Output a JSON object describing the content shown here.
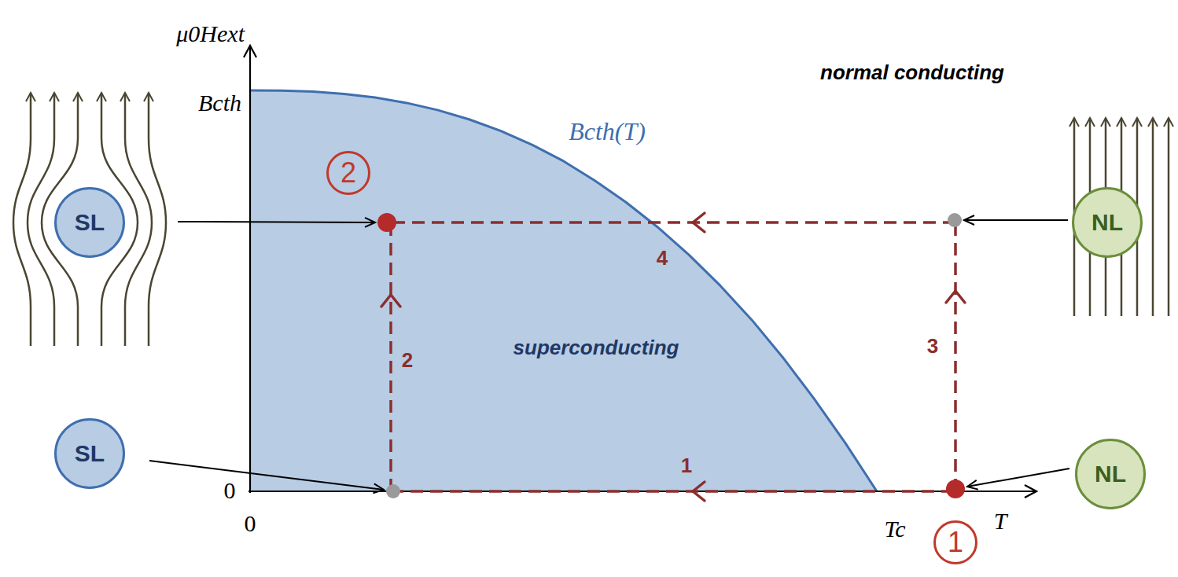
{
  "diagram": {
    "nodes": [
      {
        "text": [
          "SL"
        ]
      },
      {
        "text": [
          "2"
        ]
      },
      {
        "text": [
          "SL"
        ]
      },
      {
        "text": [
          "NL"
        ]
      },
      {
        "text": [
          "NL"
        ]
      },
      {
        "text": [
          "1"
        ]
      }
    ],
    "labels": [
      "μ0Hext",
      "Bcth",
      "normal conducting",
      "Bcth(T)",
      "4",
      "2",
      "superconducting",
      "3",
      "1",
      "0",
      "0",
      "Tc",
      "T"
    ]
  }
}
